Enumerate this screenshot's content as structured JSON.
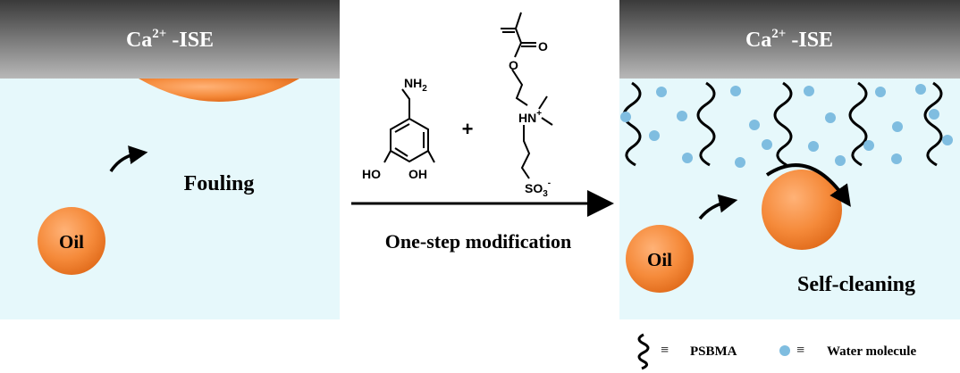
{
  "left_panel": {
    "electrode": "Ca",
    "electrode_sup": "2+",
    "electrode_suffix": " -ISE",
    "oil": "Oil",
    "caption": "Fouling"
  },
  "middle": {
    "dopamine": {
      "amine": "NH",
      "amine_sub": "2",
      "hydroxyl_left": "HO",
      "hydroxyl_right": "OH"
    },
    "plus": "+",
    "sbma": {
      "carbonyl_o": "O",
      "ester_o": "O",
      "ammonium": "HN",
      "ammonium_charge": "+",
      "sulfonate": "SO",
      "sulfonate_sub": "3",
      "sulfonate_charge": "-"
    },
    "step_label": "One-step modification"
  },
  "right_panel": {
    "electrode": "Ca",
    "electrode_sup": "2+",
    "electrode_suffix": " -ISE",
    "oil": "Oil",
    "caption": "Self-cleaning"
  },
  "legend": {
    "equiv": "≡",
    "polymer": "PSBMA",
    "water": "Water molecule"
  },
  "colors": {
    "water_bg": "#e6f8fb",
    "oil": "#f58a3a",
    "dot": "#7fbde0"
  }
}
